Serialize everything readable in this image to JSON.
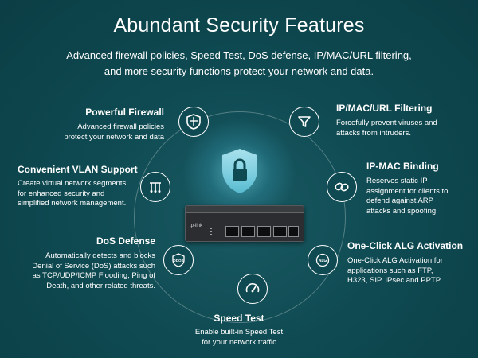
{
  "header": {
    "title": "Abundant Security Features",
    "subtitle_line1": "Advanced firewall policies, Speed Test, DoS defense, IP/MAC/URL filtering,",
    "subtitle_line2": "and more security functions protect your network and data."
  },
  "features": {
    "firewall": {
      "title": "Powerful Firewall",
      "desc1": "Advanced firewall policies",
      "desc2": "protect your network and data",
      "icon": "shield-icon"
    },
    "vlan": {
      "title": "Convenient VLAN Support",
      "desc1": "Create virtual network segments",
      "desc2": "for enhanced security and",
      "desc3": "simplified network management.",
      "icon": "vlan-icon"
    },
    "dos": {
      "title": "DoS Defense",
      "desc1": "Automatically detects and blocks",
      "desc2": "Denial of Service (DoS) attacks such",
      "desc3": "as TCP/UDP/ICMP Flooding, Ping of",
      "desc4": "Death, and other related threats.",
      "icon_label": "DDOS",
      "icon": "ddos-icon"
    },
    "speed": {
      "title": "Speed Test",
      "desc1": "Enable built-in Speed Test",
      "desc2": "for your network traffic",
      "icon": "speedometer-icon"
    },
    "filter": {
      "title": "IP/MAC/URL Filtering",
      "desc1": "Forcefully prevent viruses and",
      "desc2": "attacks from intruders.",
      "icon": "filter-icon"
    },
    "binding": {
      "title": "IP-MAC Binding",
      "desc1": "Reserves static IP",
      "desc2": "assignment for clients to",
      "desc3": "defend against ARP",
      "desc4": "attacks and spoofing.",
      "icon": "link-icon"
    },
    "alg": {
      "title": "One-Click ALG Activation",
      "desc1": "One-Click ALG Activation for",
      "desc2": "applications such as FTP,",
      "desc3": "H323, SIP, IPsec and PPTP.",
      "icon_label": "ALG",
      "icon": "alg-icon"
    }
  },
  "device": {
    "brand": "tp-link",
    "icon": "router-image"
  },
  "colors": {
    "background": "#0f4a52",
    "accent": "#7fdcef",
    "text": "#ffffff"
  }
}
